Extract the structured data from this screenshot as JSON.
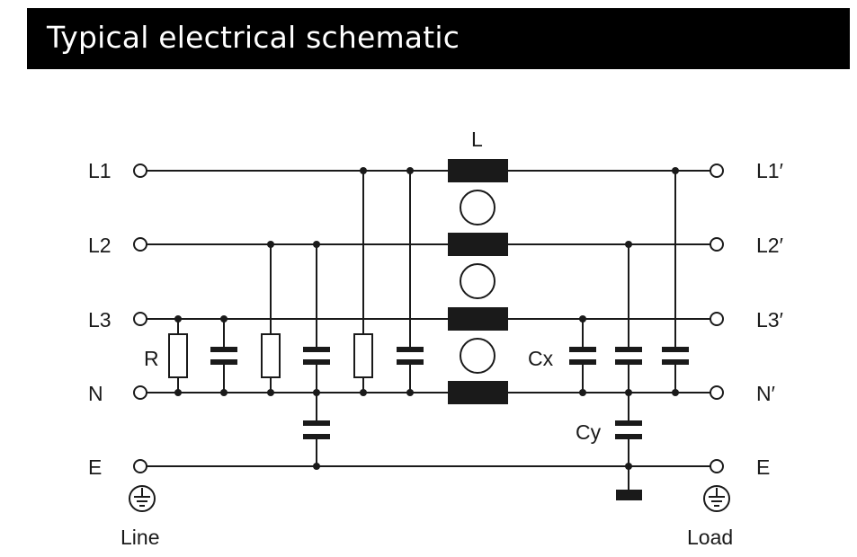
{
  "header": {
    "title": "Typical electrical schematic"
  },
  "line_labels_left": [
    "L1",
    "L2",
    "L3",
    "N",
    "E"
  ],
  "line_labels_right": [
    "L1′",
    "L2′",
    "L3′",
    "N′",
    "E"
  ],
  "component_labels": {
    "inductor": "L",
    "resistor": "R",
    "cap_x": "Cx",
    "cap_y": "Cy"
  },
  "footer": {
    "line": "Line",
    "load": "Load"
  },
  "colors": {
    "header_bg": "#000000",
    "header_text": "#ffffff",
    "ink": "#1a1a1a"
  },
  "icons": [
    "ground-icon",
    "ground-icon"
  ]
}
